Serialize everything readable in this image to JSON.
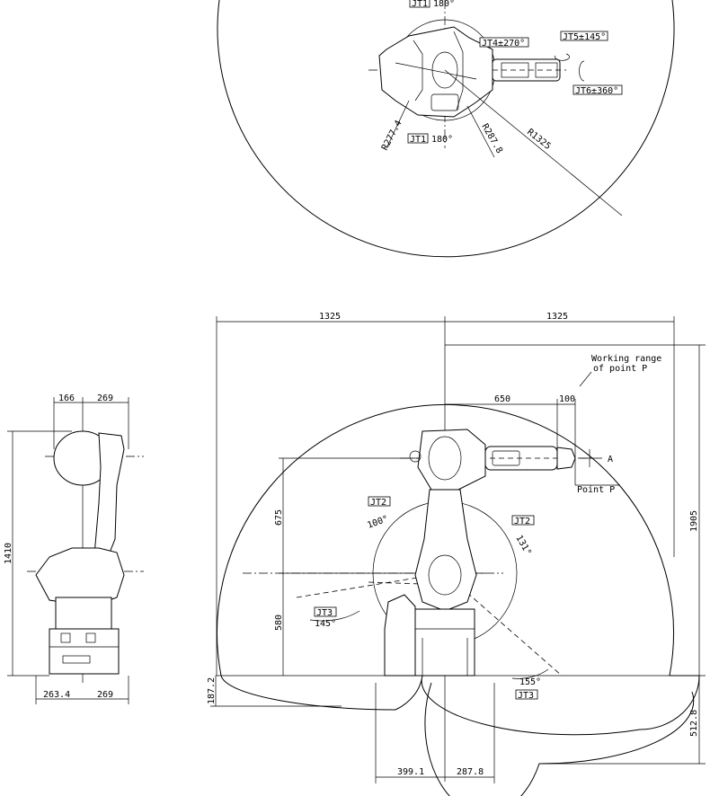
{
  "labels": {
    "jt1": "JT1",
    "deg180": "180°",
    "jt4": "JT4±270°",
    "jt5": "JT5±145°",
    "jt6": "JT6±360°",
    "r277": "R277.4",
    "r287": "R287.8",
    "r1325": "R1325",
    "working_range": "Working range",
    "of_point_p": "of point P",
    "point_p": "Point P",
    "a": "A",
    "jt2": "JT2",
    "jt3": "JT3",
    "ang100": "100°",
    "ang131": "131°",
    "ang145": "145°",
    "ang155": "155°"
  },
  "dimensions": {
    "d1325_left": "1325",
    "d1325_right": "1325",
    "d650": "650",
    "d100": "100",
    "d1905": "1905",
    "d675": "675",
    "d580": "580",
    "d187": "187.2",
    "d512": "512.8",
    "d399": "399.1",
    "d287": "287.8",
    "d166": "166",
    "d269_top": "269",
    "d1410": "1410",
    "d263": "263.4",
    "d269_bottom": "269"
  }
}
